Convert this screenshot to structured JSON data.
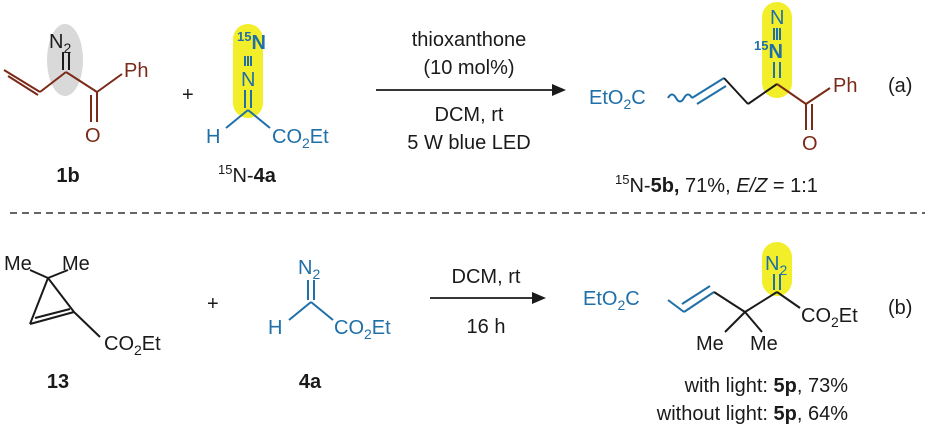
{
  "colors": {
    "black": "#1a1a1a",
    "brown": "#7a2a18",
    "blue": "#1f6fa8",
    "highlight_yellow": "#f2ef2a",
    "highlight_gray": "#d9d9d9",
    "dash": "#333333"
  },
  "reaction_a": {
    "label": "(a)",
    "cmpd_1b": {
      "label": "1b",
      "n2": "N",
      "n2_sub": "2",
      "ph": "Ph",
      "o": "O"
    },
    "plus": "+",
    "cmpd_4a": {
      "label_prefix_sup": "15",
      "label_mid": "N-",
      "label_bold": "4a",
      "n_top_sup": "15",
      "n_top": "N",
      "n_bottom": "N",
      "h": "H",
      "ester": "CO",
      "ester_sub": "2",
      "ester_end": "Et"
    },
    "conditions": {
      "line1": "thioxanthone",
      "line2": "(10 mol%)",
      "line3": "DCM, rt",
      "line4": "5 W blue LED"
    },
    "product": {
      "ester_left": "EtO",
      "ester_left_sub": "2",
      "ester_left_end": "C",
      "n_top": "N",
      "n_mid_sup": "15",
      "n_mid": "N",
      "ph": "Ph",
      "o": "O",
      "caption_sup": "15",
      "caption_mid": "N-",
      "caption_bold": "5b,",
      "caption_yield": " 71%, ",
      "caption_italic": "E/Z",
      "caption_ratio": " = 1:1"
    }
  },
  "reaction_b": {
    "label": "(b)",
    "cmpd_13": {
      "label": "13",
      "me1": "Me",
      "me2": "Me",
      "ester": "CO",
      "ester_sub": "2",
      "ester_end": "Et"
    },
    "plus": "+",
    "cmpd_4a": {
      "label": "4a",
      "n2": "N",
      "n2_sub": "2",
      "h": "H",
      "ester": "CO",
      "ester_sub": "2",
      "ester_end": "Et"
    },
    "conditions": {
      "line1": "DCM, rt",
      "line2": "16 h"
    },
    "product": {
      "ester_left": "EtO",
      "ester_left_sub": "2",
      "ester_left_end": "C",
      "n2": "N",
      "n2_sub": "2",
      "ester_right": "CO",
      "ester_right_sub": "2",
      "ester_right_end": "Et",
      "me1": "Me",
      "me2": "Me",
      "result1_prefix": "with light: ",
      "result1_bold": "5p",
      "result1_yield": ", 73%",
      "result2_prefix": "without light: ",
      "result2_bold": "5p",
      "result2_yield": ", 64%"
    }
  }
}
